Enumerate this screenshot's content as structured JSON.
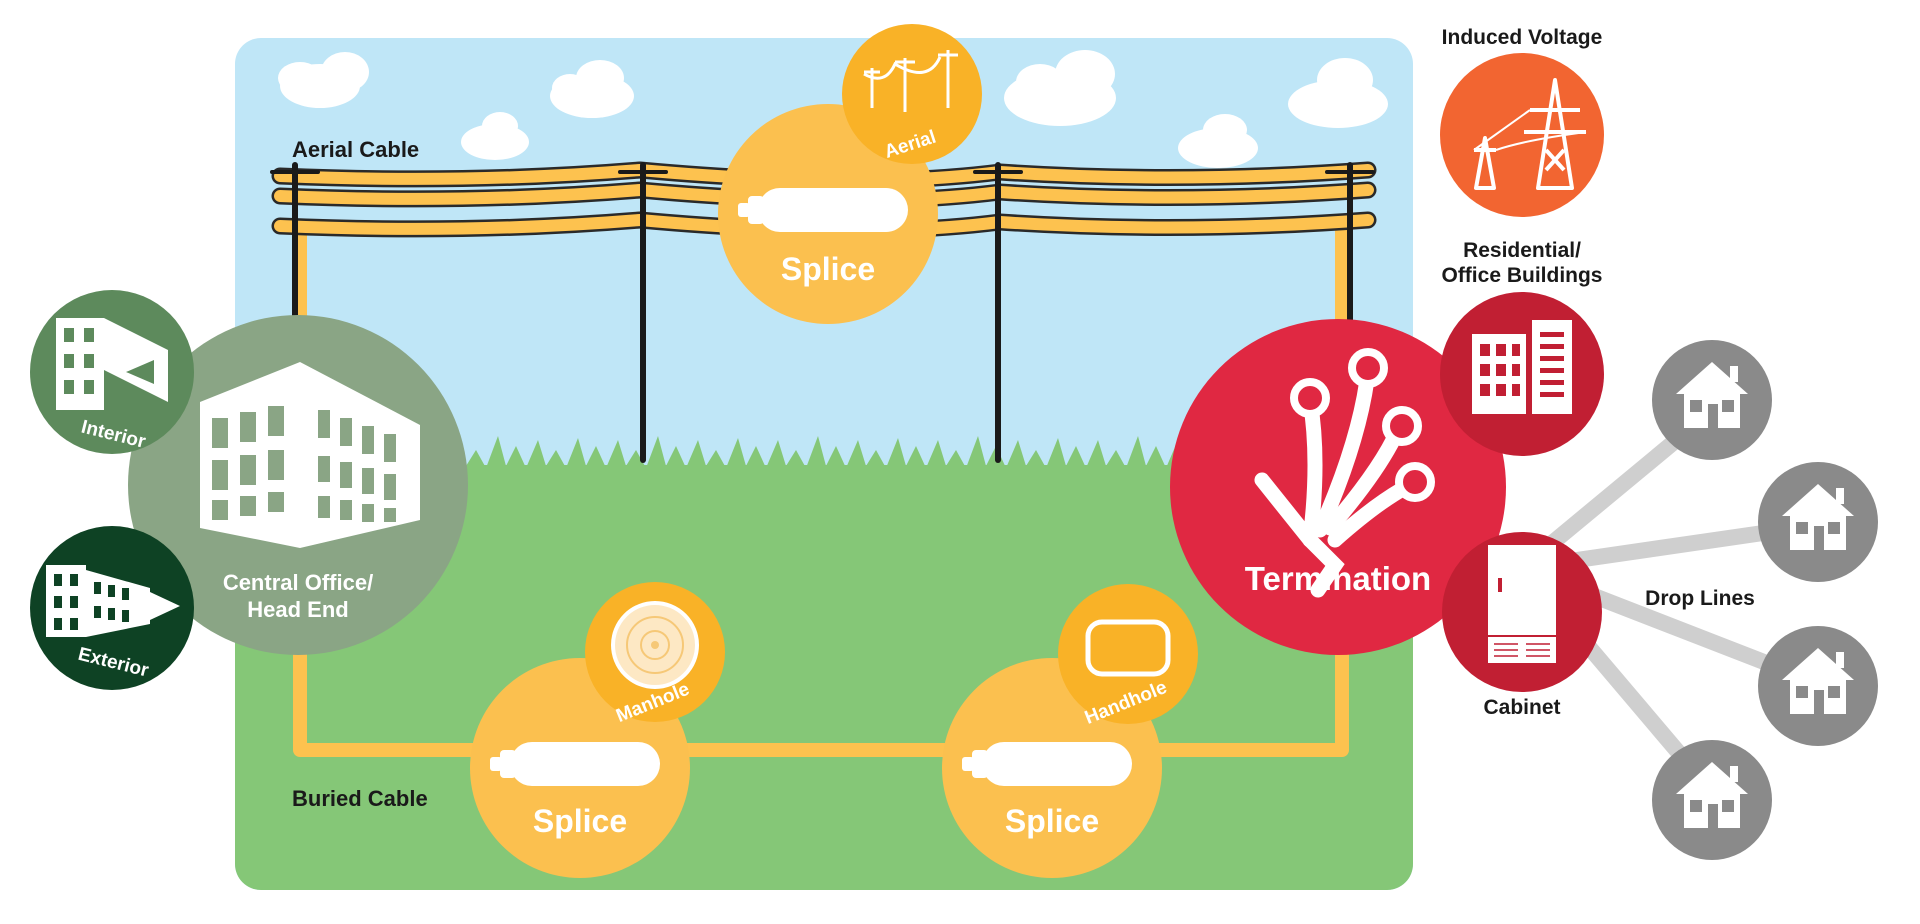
{
  "labels": {
    "aerial_cable": "Aerial Cable",
    "buried_cable": "Buried Cable",
    "splice_aerial": "Splice",
    "aerial_badge": "Aerial",
    "splice_manhole": "Splice",
    "manhole_badge": "Manhole",
    "splice_handhole": "Splice",
    "handhole_badge": "Handhole",
    "central_office_line1": "Central Office/",
    "central_office_line2": "Head End",
    "interior": "Interior",
    "exterior": "Exterior",
    "termination": "Termination",
    "induced_voltage": "Induced Voltage",
    "residential_line1": "Residential/",
    "residential_line2": "Office Buildings",
    "cabinet": "Cabinet",
    "drop_lines": "Drop Lines"
  },
  "colors": {
    "sky": "#bfe6f7",
    "grass": "#85c777",
    "cable_orange": "#fdc24f",
    "splice_orange": "#fbc04f",
    "badge_orange": "#f9b227",
    "central_office": "#8aa585",
    "interior_green": "#5d8a5c",
    "exterior_green": "#0e4224",
    "termination_red": "#e02842",
    "cabinet_red": "#c11f33",
    "induced_orange": "#f26531",
    "house_gray": "#8a8a8a",
    "drop_line_gray": "#cfcfcf"
  }
}
